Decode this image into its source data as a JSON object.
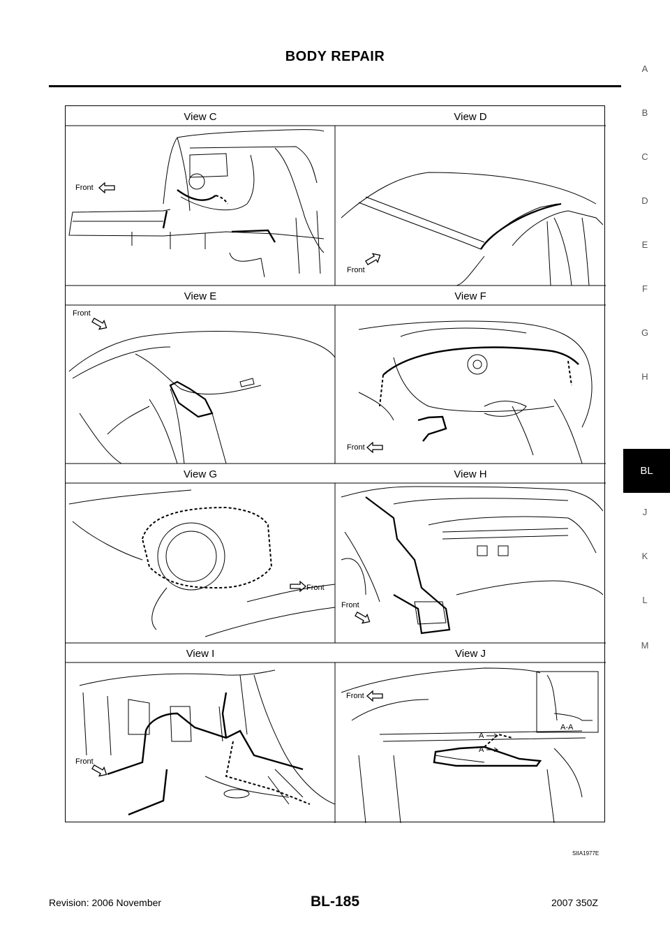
{
  "header": {
    "title": "BODY REPAIR"
  },
  "side_index": {
    "items": [
      "A",
      "B",
      "C",
      "D",
      "E",
      "F",
      "G",
      "H",
      "BL",
      "J",
      "K",
      "L",
      "M"
    ],
    "active": "BL"
  },
  "figure": {
    "views": {
      "c": "View C",
      "d": "View D",
      "e": "View E",
      "f": "View F",
      "g": "View G",
      "h": "View H",
      "i": "View I",
      "j": "View J"
    },
    "front_label": "Front",
    "section_a": "A",
    "section_aa": "A-A",
    "code": "SIIA1977E"
  },
  "footer": {
    "revision": "Revision: 2006 November",
    "page": "BL-185",
    "model": "2007 350Z"
  }
}
